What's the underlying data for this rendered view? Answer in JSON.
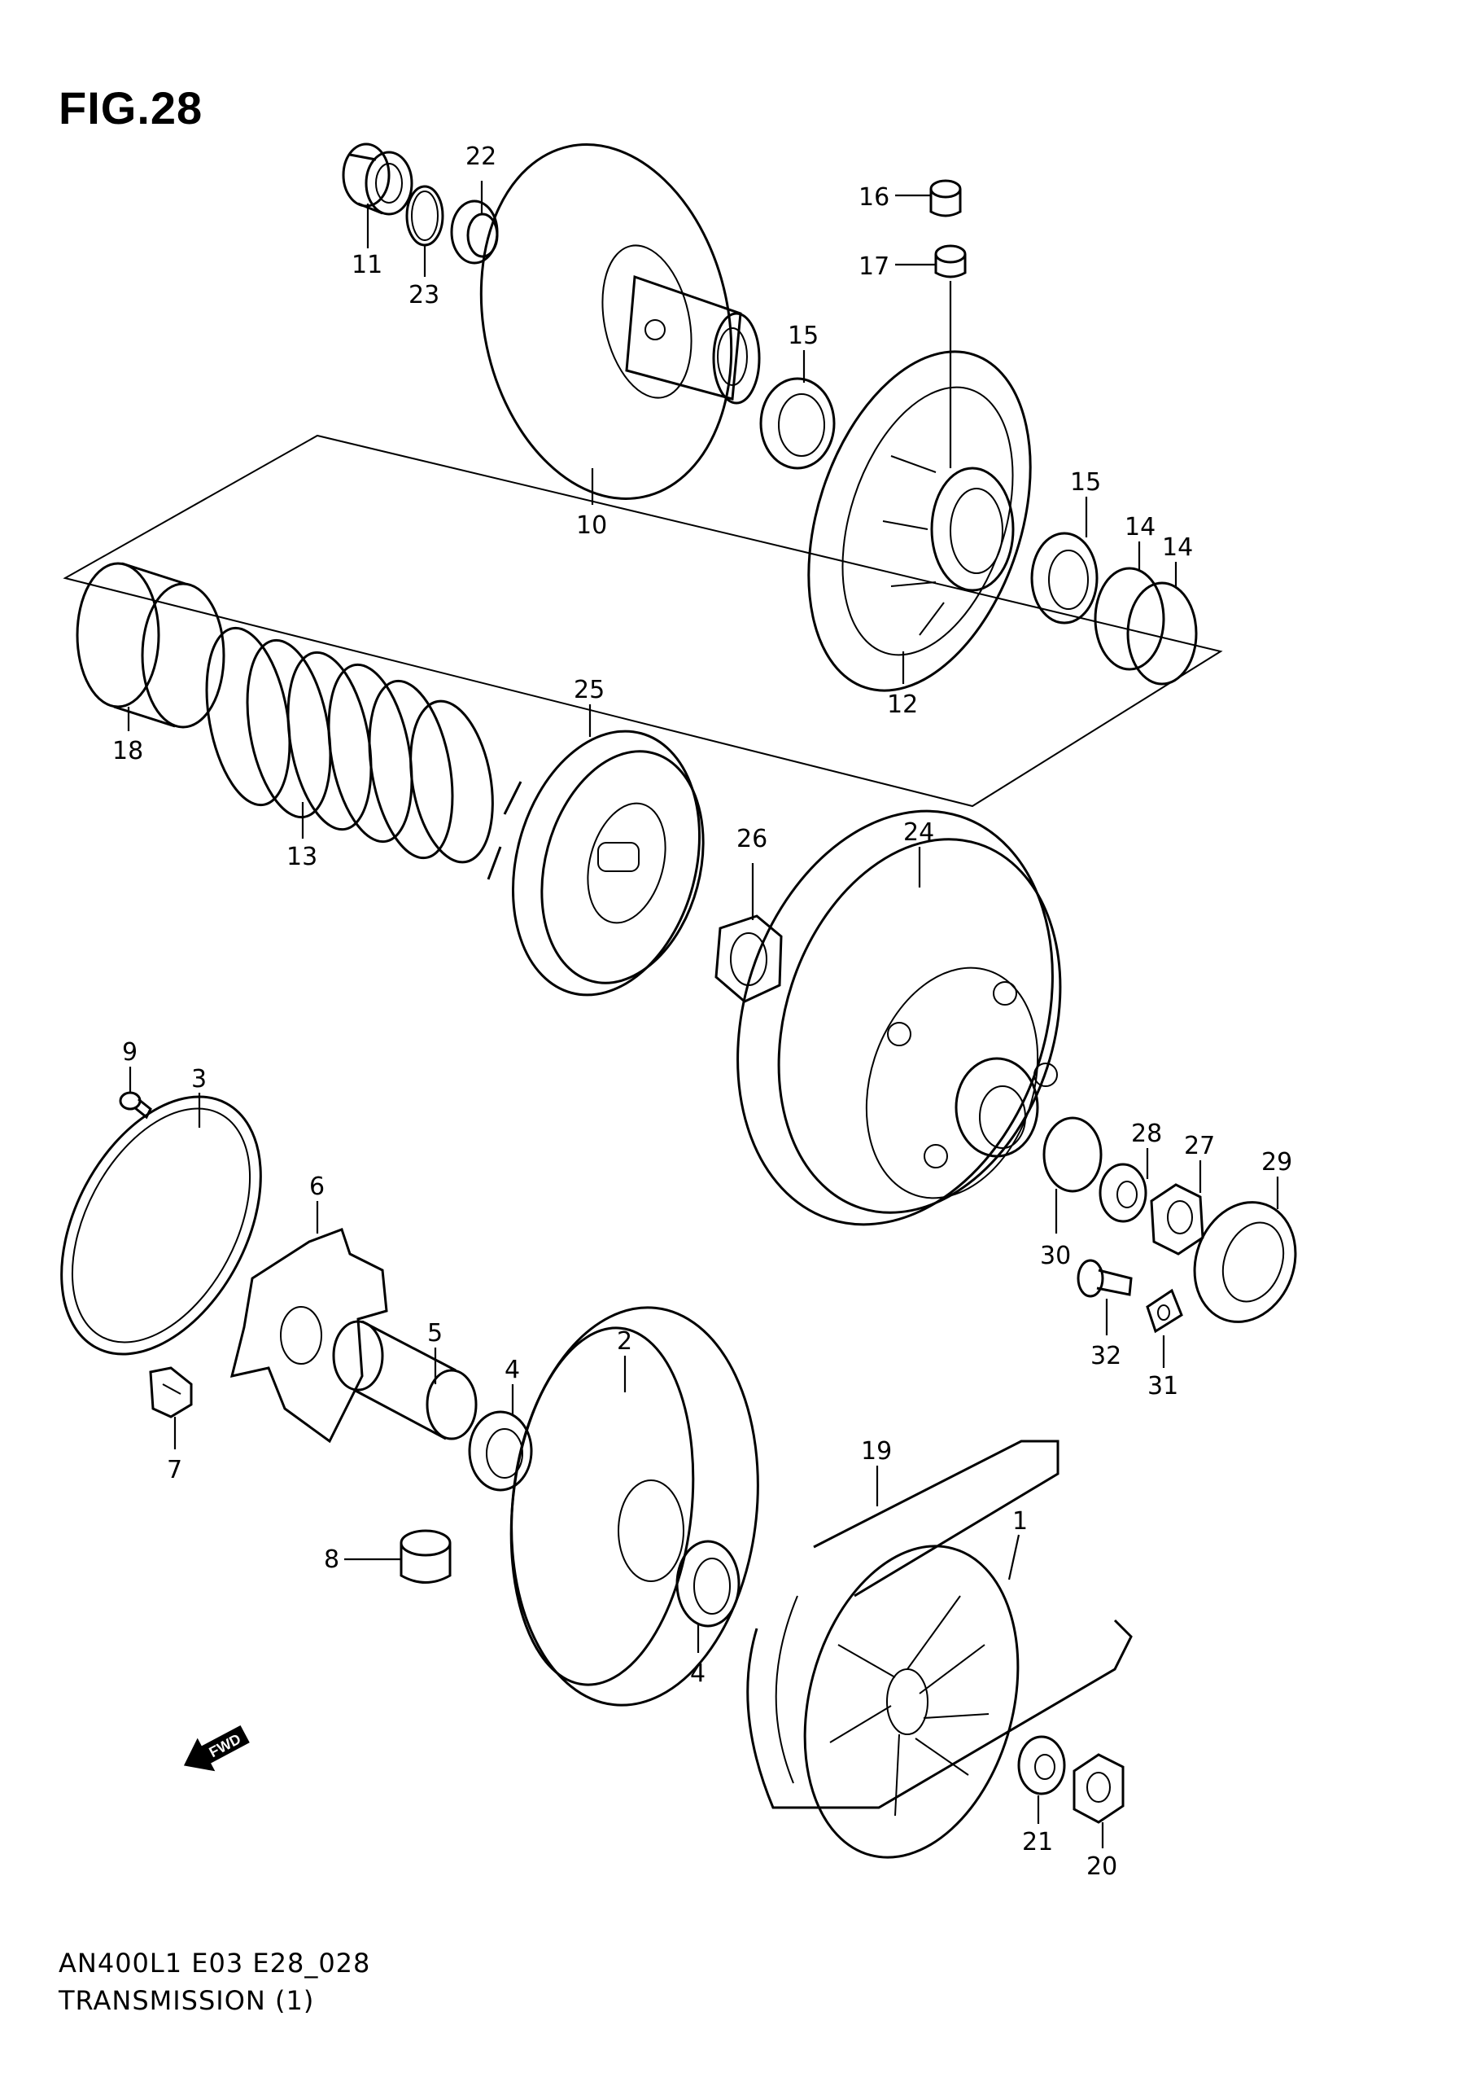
{
  "figure": {
    "title": "FIG.28"
  },
  "footer": {
    "model_code": "AN400L1 E03 E28_028",
    "section_name": "TRANSMISSION (1)"
  },
  "fwd_indicator": {
    "label": "FWD",
    "icon": "forward-direction-arrow-icon"
  },
  "callouts": [
    {
      "id": "11",
      "label": "11"
    },
    {
      "id": "22",
      "label": "22"
    },
    {
      "id": "23",
      "label": "23"
    },
    {
      "id": "10",
      "label": "10"
    },
    {
      "id": "15a",
      "label": "15"
    },
    {
      "id": "16",
      "label": "16"
    },
    {
      "id": "17",
      "label": "17"
    },
    {
      "id": "15b",
      "label": "15"
    },
    {
      "id": "14a",
      "label": "14"
    },
    {
      "id": "14b",
      "label": "14"
    },
    {
      "id": "12",
      "label": "12"
    },
    {
      "id": "18",
      "label": "18"
    },
    {
      "id": "25",
      "label": "25"
    },
    {
      "id": "13",
      "label": "13"
    },
    {
      "id": "26",
      "label": "26"
    },
    {
      "id": "24",
      "label": "24"
    },
    {
      "id": "9",
      "label": "9"
    },
    {
      "id": "3",
      "label": "3"
    },
    {
      "id": "6",
      "label": "6"
    },
    {
      "id": "28",
      "label": "28"
    },
    {
      "id": "27",
      "label": "27"
    },
    {
      "id": "29",
      "label": "29"
    },
    {
      "id": "30",
      "label": "30"
    },
    {
      "id": "5",
      "label": "5"
    },
    {
      "id": "4a",
      "label": "4"
    },
    {
      "id": "2",
      "label": "2"
    },
    {
      "id": "32",
      "label": "32"
    },
    {
      "id": "31",
      "label": "31"
    },
    {
      "id": "7",
      "label": "7"
    },
    {
      "id": "19",
      "label": "19"
    },
    {
      "id": "8",
      "label": "8"
    },
    {
      "id": "1",
      "label": "1"
    },
    {
      "id": "4b",
      "label": "4"
    },
    {
      "id": "21",
      "label": "21"
    },
    {
      "id": "20",
      "label": "20"
    }
  ]
}
